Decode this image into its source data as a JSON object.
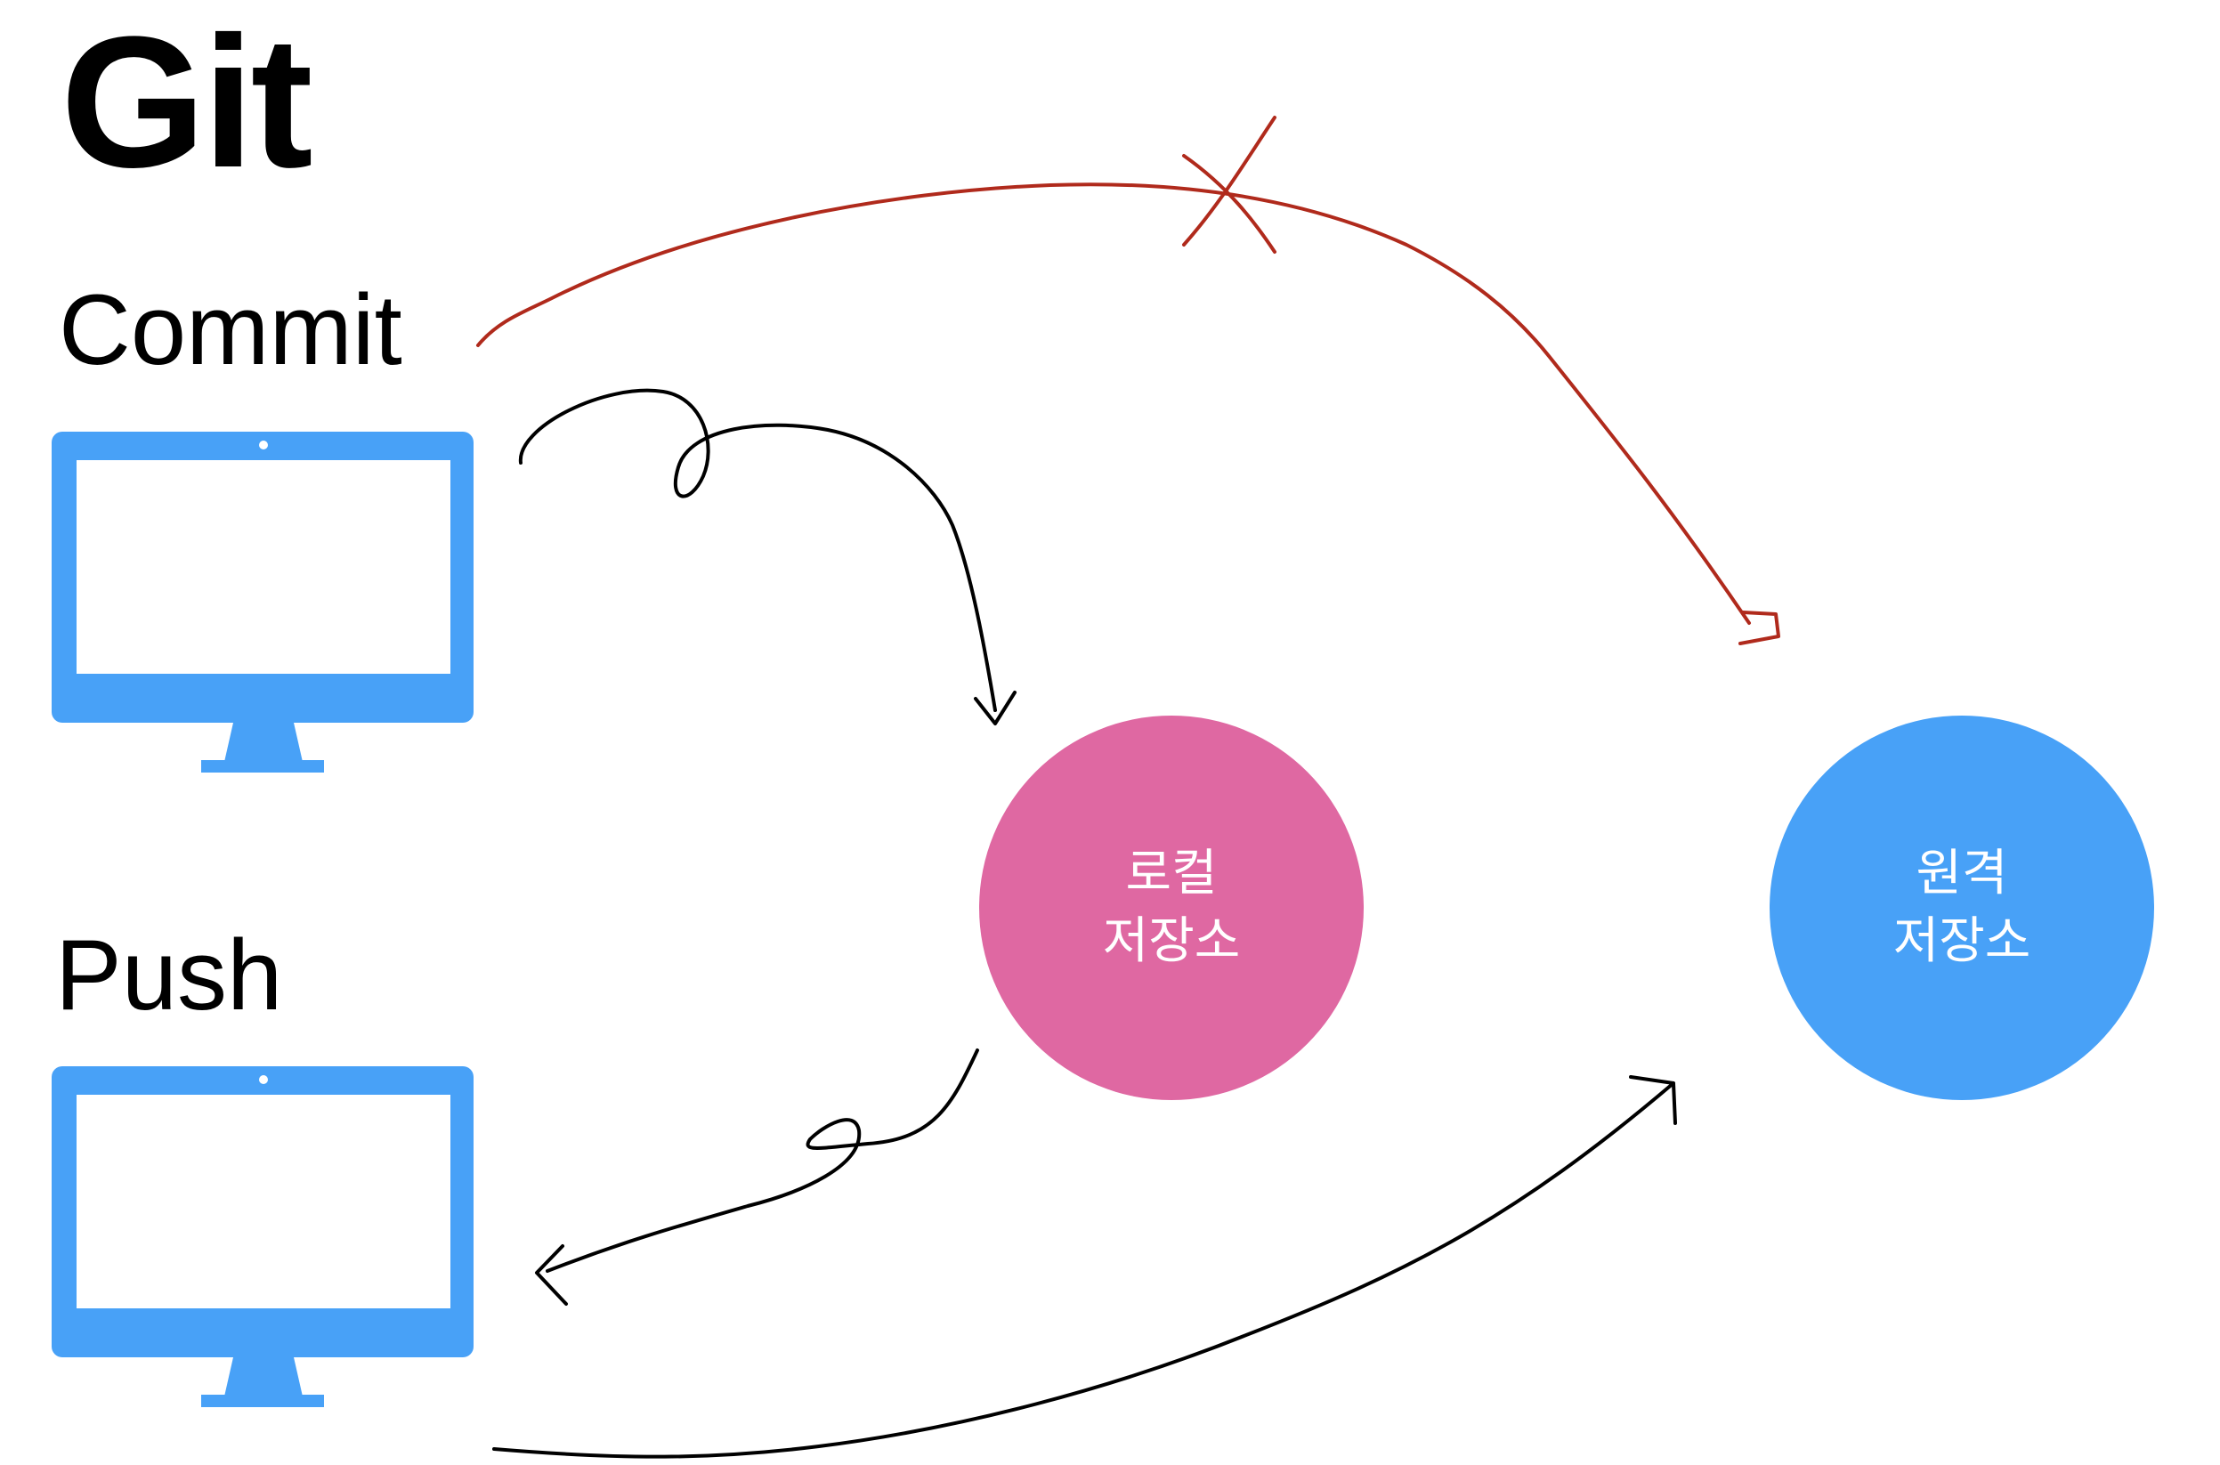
{
  "title": "Git",
  "steps": {
    "commit_label": "Commit",
    "push_label": "Push"
  },
  "nodes": {
    "local": {
      "line1": "로컬",
      "line2": "저장소"
    },
    "remote": {
      "line1": "원격",
      "line2": "저장소"
    }
  },
  "icons": {
    "computer_top": "monitor-icon",
    "computer_bottom": "monitor-icon",
    "blocked_mark": "x-cross-mark"
  },
  "colors": {
    "monitor": "#48a1f7",
    "local_node": "#df68a2",
    "remote_node": "#48a1f7",
    "blocked_arrow": "#b02a1c",
    "arrow": "#000000"
  }
}
